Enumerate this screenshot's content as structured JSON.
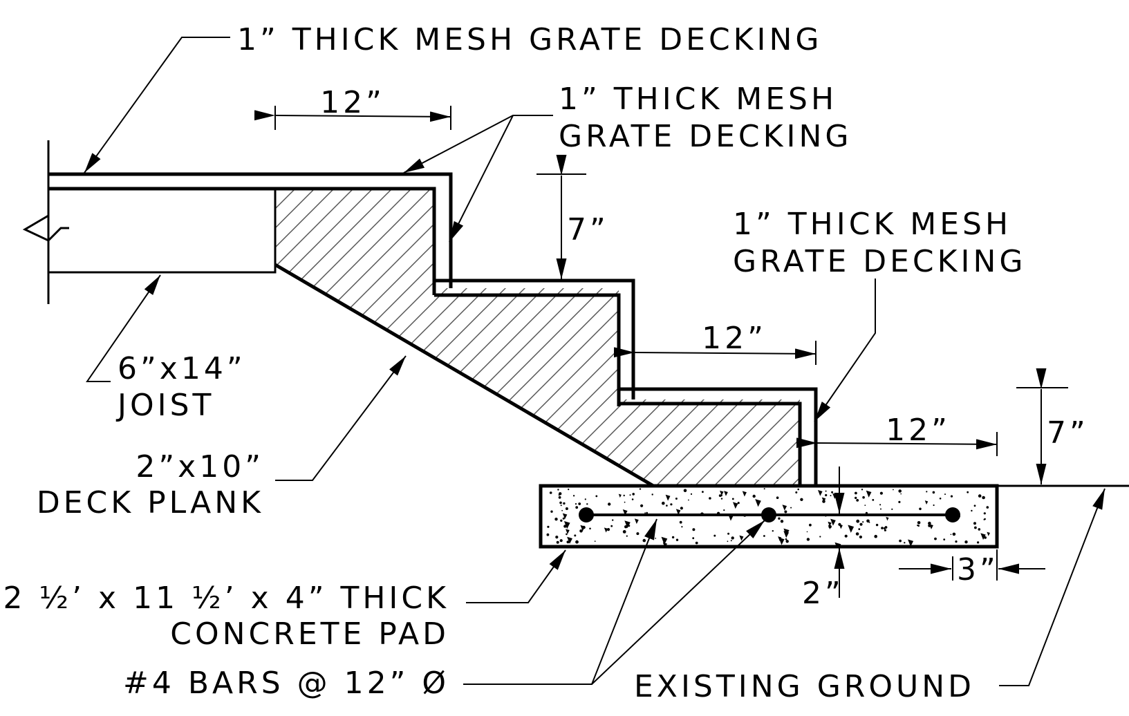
{
  "labels": {
    "mesh_top": "1” THICK MESH GRATE DECKING",
    "mesh_mid_1": "1” THICK MESH",
    "mesh_mid_2": "GRATE DECKING",
    "mesh_right_1": "1” THICK MESH",
    "mesh_right_2": "GRATE DECKING",
    "joist_1": "6”x14”",
    "joist_2": "JOIST",
    "plank_1": "2”x10”",
    "plank_2": "DECK PLANK",
    "pad_1": "2 ½’ x 11 ½’ x 4” THICK",
    "pad_2": "CONCRETE PAD",
    "bars": "#4 BARS @ 12” Ø",
    "ground": "EXISTING GROUND"
  },
  "dimensions": {
    "top_tread": "12”",
    "riser_top": "7”",
    "mid_tread": "12”",
    "bottom_tread": "12”",
    "riser_bottom": "7”",
    "bar_cover_bottom": "2”",
    "bar_edge": "3”"
  },
  "colors": {
    "line": "#000000",
    "hatch": "#555555",
    "background": "#ffffff"
  }
}
